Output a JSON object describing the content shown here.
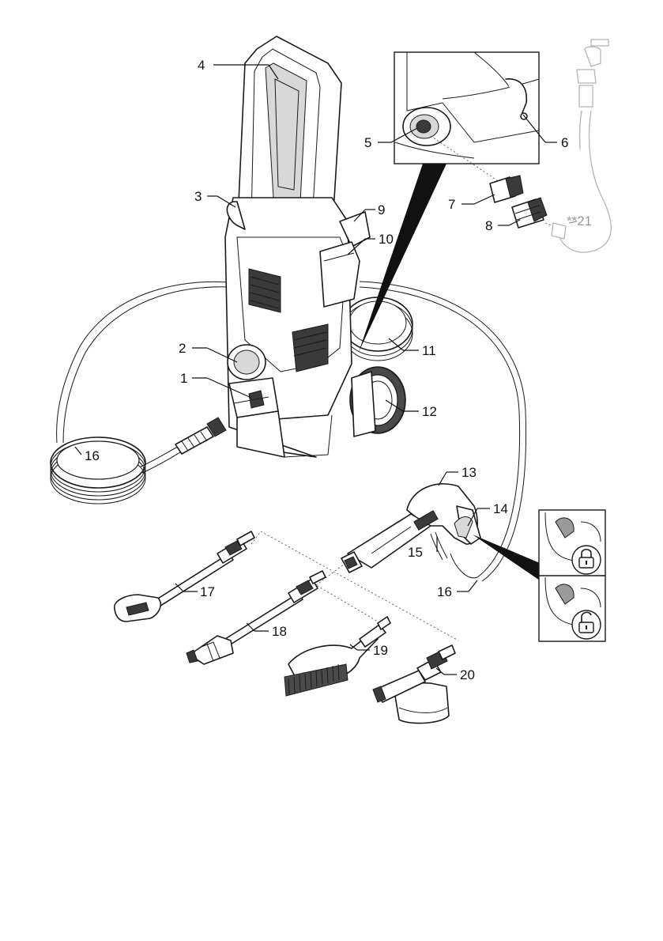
{
  "labels": {
    "l1": "1",
    "l2": "2",
    "l3": "3",
    "l4": "4",
    "l5": "5",
    "l6": "6",
    "l7": "7",
    "l8": "8",
    "l9": "9",
    "l10": "10",
    "l11": "11",
    "l12": "12",
    "l13": "13",
    "l14": "14",
    "l15": "15",
    "l16a": "16",
    "l16b": "16",
    "l17": "17",
    "l18": "18",
    "l19": "19",
    "l20": "20",
    "l21": "**21"
  },
  "icons": {
    "lock_closed": "padlock-closed-icon",
    "lock_open": "padlock-open-icon"
  },
  "colors": {
    "stroke": "#1a1a1a",
    "accessory_grey": "#9a9a9a",
    "pointer_wedge": "#111111"
  }
}
